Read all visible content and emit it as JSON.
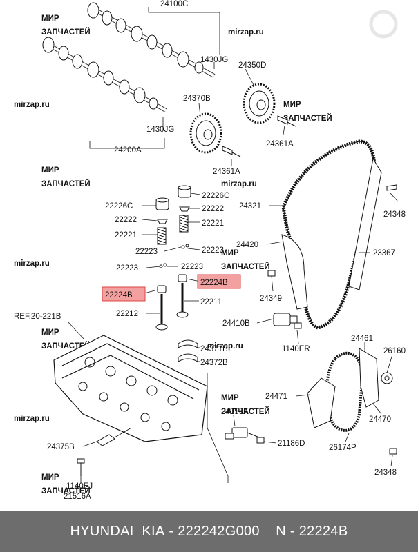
{
  "watermark": {
    "brand_line1": "МИР",
    "brand_line2": "ЗАПЧАСТЕЙ",
    "url": "mirzap.ru"
  },
  "labels": {
    "l24100C": "24100C",
    "l1430JG_a": "1430JG",
    "l24350D": "24350D",
    "l24370B": "24370B",
    "l1430JG_b": "1430JG",
    "l24361A_a": "24361A",
    "l24200A": "24200A",
    "l24361A_b": "24361A",
    "l22226C_a": "22226C",
    "l22226C_b": "22226C",
    "l22222_a": "22222",
    "l22222_b": "22222",
    "l22221_a": "22221",
    "l22221_b": "22221",
    "l22223_a": "22223",
    "l22223_b": "22223",
    "l22223_c": "22223",
    "l22223_d": "22223",
    "l22224B_a": "22224B",
    "l22224B_b": "22224B",
    "l22211": "22211",
    "l22212": "22212",
    "lREF": "REF.20-221B",
    "l24371B": "24371B",
    "l24372B": "24372B",
    "l24321": "24321",
    "l24348_a": "24348",
    "l24420": "24420",
    "l23367": "23367",
    "l24349": "24349",
    "l24410B": "24410B",
    "l1140ER": "1140ER",
    "l24461": "24461",
    "l26160": "26160",
    "l24471": "24471",
    "l24470": "24470",
    "l24355F": "24355F",
    "l21186D": "21186D",
    "l26174P": "26174P",
    "l24375B": "24375B",
    "l24348_b": "24348",
    "l1140EJ": "1140EJ",
    "l21516A": "21516A"
  },
  "footer": {
    "brand": "HYUNDAI  KIA",
    "separator": " - ",
    "part_number": "222242G000",
    "n_label": "N - 22224B"
  },
  "colors": {
    "highlight": "#f3a0a0",
    "footer_bg": "#6d6d6d"
  }
}
